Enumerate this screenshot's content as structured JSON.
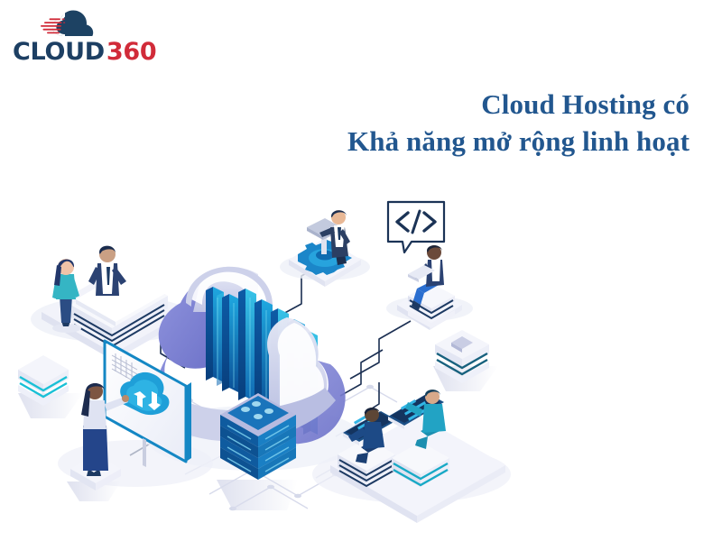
{
  "brand": {
    "logo_text_primary": "CLOUD",
    "logo_text_accent": "360",
    "navy": "#1d3f63",
    "red": "#d12b39"
  },
  "headline": {
    "line1": "Cloud Hosting có",
    "line2": "Khả năng mở rộng linh hoạt",
    "color": "#22578f"
  },
  "illustration": {
    "alt": "Isometric cloud hosting scalability illustration",
    "background": "#ffffff",
    "palette": {
      "cloud_body": "#7b7fd4",
      "cloud_highlight": "#c7cbe9",
      "server_blue_dark": "#0f5fa8",
      "server_blue": "#1a84d6",
      "server_cyan": "#1fb6d8",
      "platform": "#eef0f8",
      "platform_shade": "#dcdff0",
      "line": "#1b2f52",
      "circuit": "#d8dbea",
      "skin_dark": "#4a3a35",
      "suit_navy": "#263a5c",
      "teal": "#19b5c9"
    },
    "nodes": [
      {
        "name": "reception-desk",
        "label": "reception desk with two staff"
      },
      {
        "name": "cloud-core",
        "label": "central cloud with server racks"
      },
      {
        "name": "podium-speaker",
        "label": "man at podium on gear"
      },
      {
        "name": "developer-code",
        "label": "developer with laptop and code bubble"
      },
      {
        "name": "cloud-screen",
        "label": "woman at screen with cloud sync icon"
      },
      {
        "name": "server-stack",
        "label": "blue server rack stack"
      },
      {
        "name": "dashboard-workstation",
        "label": "two people at dashboards"
      },
      {
        "name": "storage-block-left",
        "label": "small striped storage block"
      },
      {
        "name": "storage-block-right",
        "label": "small striped storage block"
      }
    ],
    "code_bubble_glyph": "</>"
  }
}
